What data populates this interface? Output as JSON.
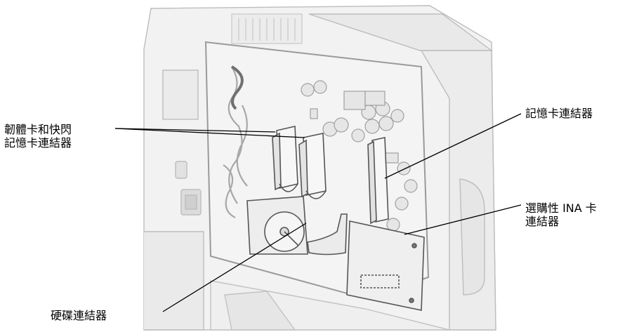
{
  "labels": {
    "firmware_flash": [
      "韌體卡和快閃",
      "記憶卡連結器"
    ],
    "memory_card": [
      "記憶卡連結器"
    ],
    "ina_card": [
      "選購性 INA 卡",
      "連結器"
    ],
    "hard_disk": [
      "硬碟連結器"
    ]
  }
}
